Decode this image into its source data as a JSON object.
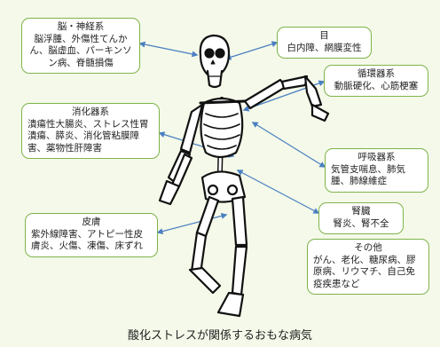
{
  "caption": "酸化ストレスが関係するおもな病気",
  "categories": [
    {
      "id": "brain",
      "title": "脳・神経系",
      "body": "脳浮腫、外傷性てんかん、脳虚血、パーキンソン病、脊髄損傷"
    },
    {
      "id": "eye",
      "title": "目",
      "body": "白内障、網膜変性"
    },
    {
      "id": "circulatory",
      "title": "循環器系",
      "body": "動脈硬化、心筋梗塞"
    },
    {
      "id": "digestive",
      "title": "消化器系",
      "body": "潰瘍性大腸炎、ストレス性胃潰瘍、膵炎、消化管粘膜障害、薬物性肝障害"
    },
    {
      "id": "respiratory",
      "title": "呼吸器系",
      "body": "気管支喘息、肺気腫、肺線維症"
    },
    {
      "id": "kidney",
      "title": "腎臓",
      "body": "腎炎、腎不全"
    },
    {
      "id": "skin",
      "title": "皮膚",
      "body": "紫外線障害、アトピー性皮膚炎、火傷、凍傷、床ずれ"
    },
    {
      "id": "other",
      "title": "その他",
      "body": "がん、老化、糖尿病、膠原病、リウマチ、自己免疫疾患など"
    }
  ],
  "colors": {
    "background": "#f4f9e9",
    "box_border": "#7fb34a",
    "arrow": "#4a7fc1",
    "bone": "#ffffff",
    "bone_outline": "#111111"
  }
}
